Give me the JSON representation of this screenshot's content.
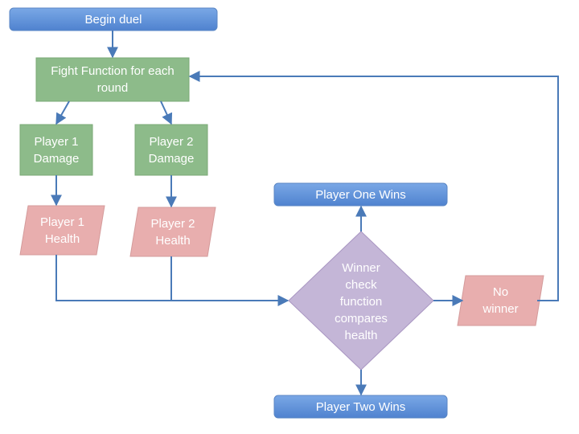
{
  "flowchart": {
    "begin": "Begin duel",
    "fight": "Fight Function for each\nround",
    "p1_damage": "Player 1\nDamage",
    "p2_damage": "Player 2\nDamage",
    "p1_health": "Player 1\nHealth",
    "p2_health": "Player 2\nHealth",
    "winner_check": "Winner\ncheck\nfunction\ncompares\nhealth",
    "no_winner": "No\nwinner",
    "p1_wins": "Player One Wins",
    "p2_wins": "Player Two Wins"
  },
  "colors": {
    "blue_fill": "#5b8ed6",
    "green_fill": "#8dbb8a",
    "pink_fill": "#e8aeae",
    "purple_fill": "#c4b6d7",
    "connector": "#4a7ab8"
  },
  "shapes": {
    "begin": "rounded-rectangle",
    "fight": "rectangle",
    "p1_damage": "rectangle",
    "p2_damage": "rectangle",
    "p1_health": "parallelogram",
    "p2_health": "parallelogram",
    "winner_check": "diamond",
    "no_winner": "parallelogram",
    "p1_wins": "rounded-rectangle",
    "p2_wins": "rounded-rectangle"
  }
}
